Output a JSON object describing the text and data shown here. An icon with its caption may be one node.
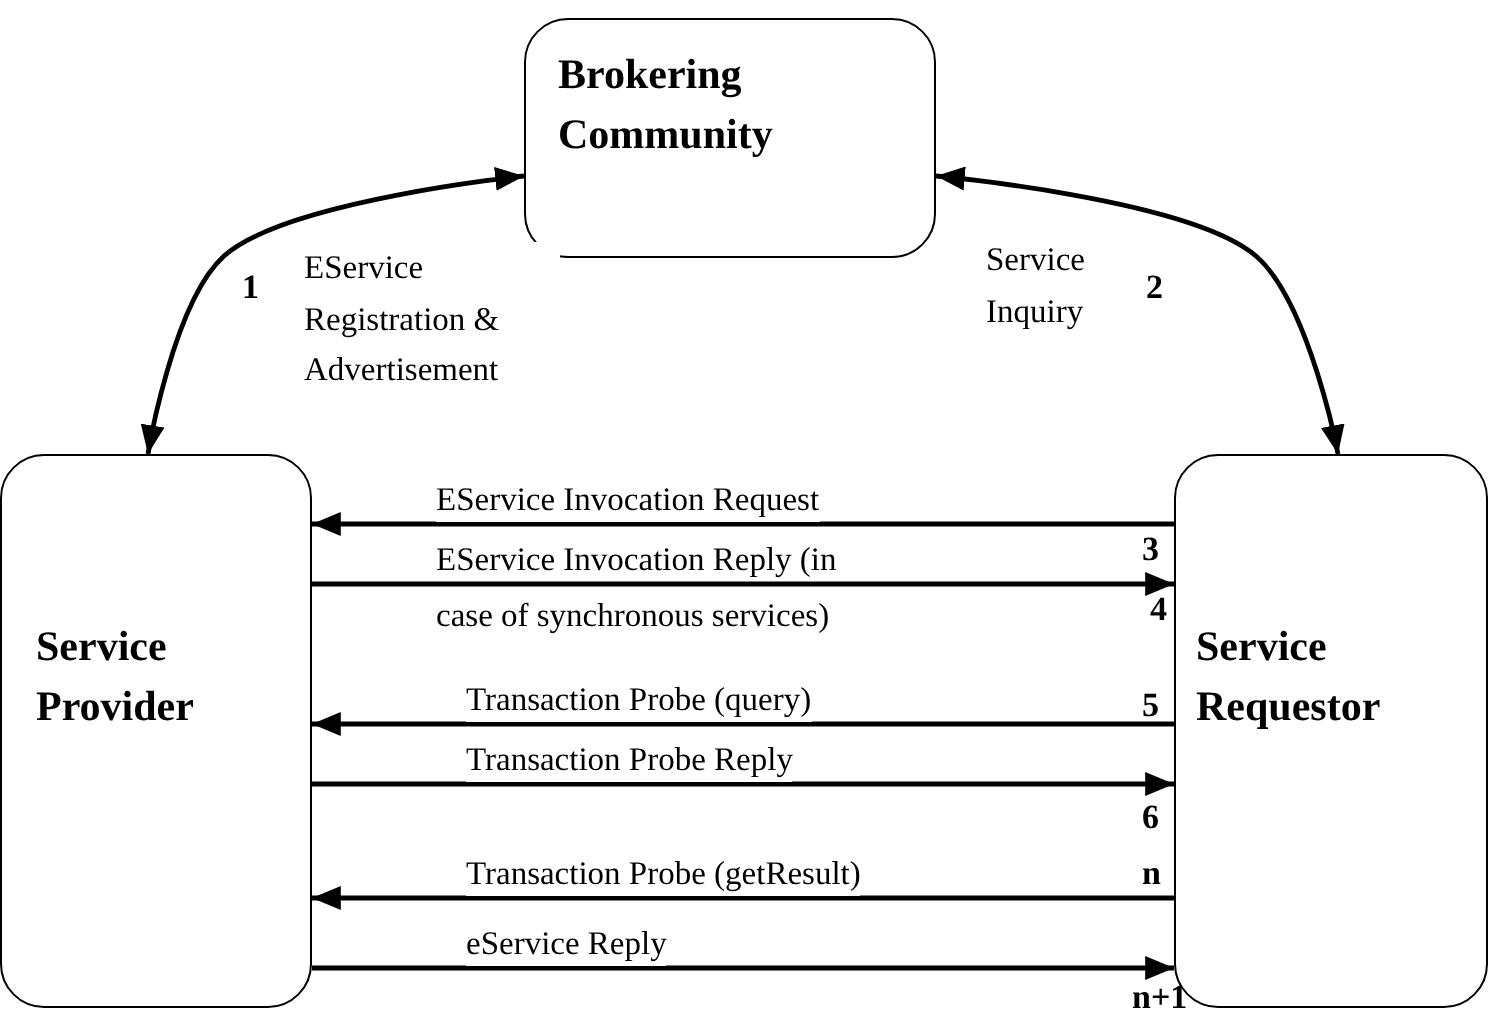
{
  "diagram": {
    "nodes": [
      {
        "text": [
          "Brokering Community"
        ]
      },
      {
        "text": [
          "Service Provider"
        ]
      },
      {
        "text": [
          "Service Requestor"
        ]
      }
    ],
    "edges": [
      {
        "from": 1,
        "to": 0,
        "arrow": "both",
        "label": "EService Registration & Advertisement"
      },
      {
        "from": 2,
        "to": 0,
        "arrow": "both",
        "label": "Service Inquiry"
      },
      {
        "from": 2,
        "to": 1,
        "arrow": "to",
        "label": "EService Invocation Request"
      },
      {
        "from": 1,
        "to": 2,
        "arrow": "to",
        "label": "EService Invocation Reply (in case of synchronous services)"
      },
      {
        "from": 2,
        "to": 1,
        "arrow": "to",
        "label": "Transaction Probe (query)"
      },
      {
        "from": 1,
        "to": 2,
        "arrow": "to",
        "label": "Transaction Probe Reply"
      },
      {
        "from": 2,
        "to": 1,
        "arrow": "to",
        "label": "Transaction Probe (getResult)"
      },
      {
        "from": 1,
        "to": 2,
        "arrow": "to",
        "label": "eService Reply"
      }
    ],
    "labels": [
      "1",
      "2",
      "3",
      "4",
      "5",
      "6",
      "n",
      "n+1"
    ]
  }
}
